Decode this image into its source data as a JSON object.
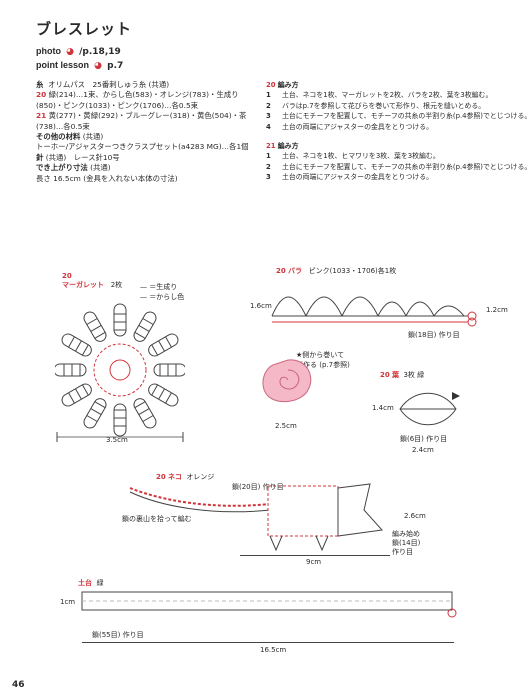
{
  "title": "ブレスレット",
  "photo": {
    "label": "photo",
    "ref": "/p.18,19"
  },
  "lesson": {
    "label": "point lesson",
    "ref": "p.7"
  },
  "materials": {
    "yarn_heading": "糸",
    "yarn_desc": "オリムパス　25番刺しゅう糸 (共通)",
    "n20": "20",
    "yarn20_a": "緑(214)…1束、からし色(583)・オレンジ(783)・生成り",
    "yarn20_b": "(850)・ピンク(1033)・ピンク(1706)…各0.5束",
    "n21": "21",
    "yarn21_a": "黄(277)・黄緑(292)・ブルーグレー(318)・黄色(504)・茶",
    "yarn21_b": "(738)…各0.5束",
    "other_heading": "その他の材料",
    "other_common": "(共通)",
    "other_desc": "トーホー/アジャスターつきクラスプセット(a4283 MG)…各1個",
    "needle_heading": "針",
    "needle_desc": "(共通)　レース針10号",
    "size_heading": "でき上がり寸法",
    "size_common": "(共通)",
    "size_desc": "長さ 16.5cm (金具を入れない本体の寸法)"
  },
  "steps20": {
    "num": "20",
    "heading": "編み方",
    "items": [
      {
        "n": "1",
        "t": "土台、ネコを1枚、マーガレットを2枚、バラを2枚、葉を3枚編む。"
      },
      {
        "n": "2",
        "t": "バラはp.7を参照して花びらを巻いて形作り、根元を縫いとめる。"
      },
      {
        "n": "3",
        "t": "土台にモチーフを配置して、モチーフの共糸の半割り糸(p.4参照)でとじつける。"
      },
      {
        "n": "4",
        "t": "土台の両端にアジャスターの金具をとりつける。"
      }
    ]
  },
  "steps21": {
    "num": "21",
    "heading": "編み方",
    "items": [
      {
        "n": "1",
        "t": "土台、ネコを1枚、ヒマワリを3枚、葉を3枚編む。"
      },
      {
        "n": "2",
        "t": "土台にモチーフを配置して、モチーフの共糸の半割り糸(p.4参照)でとじつける。"
      },
      {
        "n": "3",
        "t": "土台の両端にアジャスターの金具をとりつける。"
      }
    ]
  },
  "diagrams": {
    "margaret": {
      "num": "20",
      "name": "マーガレット",
      "count": "2枚",
      "legend1": "＝生成り",
      "legend2": "＝からし色",
      "width": "3.5cm"
    },
    "rose": {
      "num": "20",
      "name": "バラ",
      "color": "ピンク(1033・1706)各1枚",
      "height": "1.6cm",
      "offset": "1.2cm",
      "chain": "鎖(18目) 作り目"
    },
    "rose_shape": {
      "note1": "★側から巻いて",
      "note2": "形作る (p.7参照)",
      "width": "2.5cm"
    },
    "leaf": {
      "num": "20",
      "name": "葉",
      "count": "3枚",
      "color": "緑",
      "height": "1.4cm",
      "chain": "鎖(6目) 作り目",
      "width": "2.4cm"
    },
    "cat": {
      "num": "20",
      "name": "ネコ",
      "color": "オレンジ",
      "chain1": "鎖(20目) 作り目",
      "note": "鎖の裏山を拾って編む",
      "height": "2.6cm",
      "start1": "編み始め",
      "start2": "鎖(14目)",
      "start3": "作り目",
      "width": "9cm"
    },
    "base": {
      "name": "土台",
      "color": "緑",
      "height": "1cm",
      "chain": "鎖(55目) 作り目",
      "width": "16.5cm"
    }
  },
  "page_number": "46",
  "colors": {
    "accent": "#d0343b",
    "ink": "#2a2a2a",
    "rose_fill": "#f4b8c6",
    "rose_line": "#c9687e"
  }
}
